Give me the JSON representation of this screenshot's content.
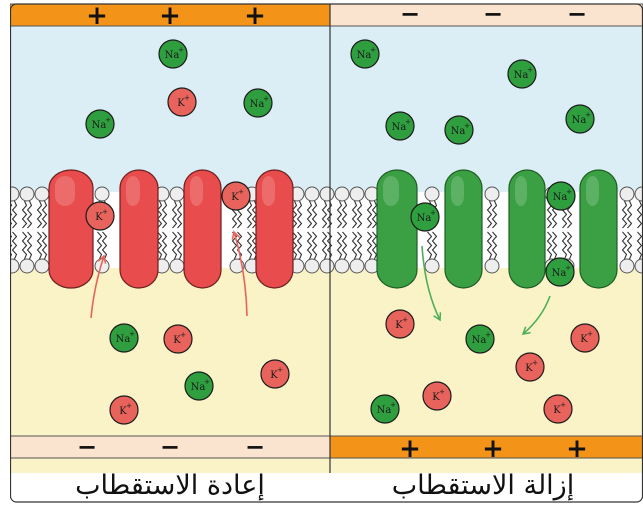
{
  "panels": {
    "left": {
      "title": "إعادة الاستقطاب",
      "top_signs": [
        "+",
        "+",
        "+"
      ],
      "bottom_signs": [
        "-",
        "-",
        "-"
      ],
      "top_bar_color": "#f39419",
      "bottom_bar_color": "#fae3cf",
      "channel_color": "#e84c4c"
    },
    "right": {
      "title": "إزالة الاستقطاب",
      "top_signs": [
        "-",
        "-",
        "-"
      ],
      "bottom_signs": [
        "+",
        "+",
        "+"
      ],
      "top_bar_color": "#fae3cf",
      "bottom_bar_color": "#f39419",
      "channel_color": "#3aa043"
    }
  },
  "colors": {
    "extracellular": "#dceef5",
    "intracellular": "#faf3c8",
    "sodium_ion": "#2e9e3e",
    "potassium_ion": "#e8635b",
    "arrow_left": "#e8635b",
    "arrow_right": "#4fae5a"
  },
  "ions": {
    "na_label": "Na",
    "k_label": "K",
    "charge": "+"
  },
  "icons": [
    "sodium-ion-icon",
    "potassium-ion-icon",
    "flow-arrow-icon",
    "ion-channel-icon",
    "phospholipid-icon"
  ]
}
